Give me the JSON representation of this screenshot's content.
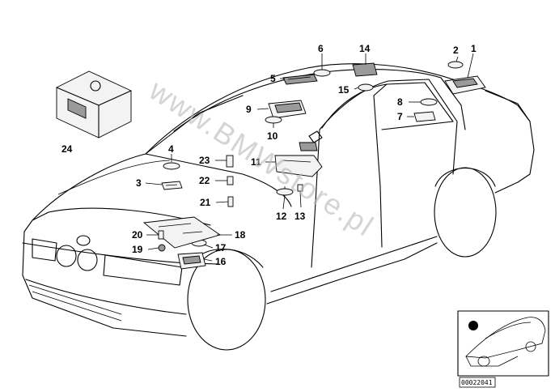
{
  "diagram": {
    "watermark": "www.BMWstore.pl",
    "reference_code": "00022041",
    "part_labels": [
      "1",
      "2",
      "3",
      "4",
      "5",
      "6",
      "7",
      "8",
      "9",
      "10",
      "11",
      "12",
      "13",
      "14",
      "15",
      "16",
      "17",
      "18",
      "19",
      "20",
      "21",
      "22",
      "23",
      "24"
    ]
  }
}
